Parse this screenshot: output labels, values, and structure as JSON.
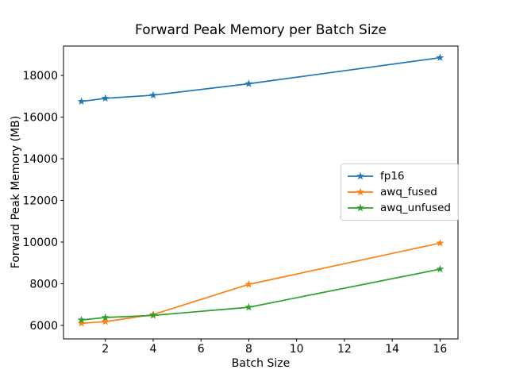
{
  "chart_data": {
    "type": "line",
    "title": "Forward Peak Memory per Batch Size",
    "xlabel": "Batch Size",
    "ylabel": "Forward Peak Memory (MB)",
    "x": [
      1,
      2,
      4,
      8,
      16
    ],
    "series": [
      {
        "name": "fp16",
        "color": "#1f77b4",
        "marker": "star",
        "values": [
          16750,
          16900,
          17050,
          17600,
          18850
        ]
      },
      {
        "name": "awq_fused",
        "color": "#ff7f0e",
        "marker": "star",
        "values": [
          6100,
          6180,
          6520,
          7970,
          9950
        ]
      },
      {
        "name": "awq_unfused",
        "color": "#2ca02c",
        "marker": "star",
        "values": [
          6260,
          6380,
          6480,
          6870,
          8700
        ]
      }
    ],
    "xticks": [
      2,
      4,
      6,
      8,
      10,
      12,
      14,
      16
    ],
    "yticks": [
      6000,
      8000,
      10000,
      12000,
      14000,
      16000,
      18000
    ],
    "xlim": [
      0.25,
      16.75
    ],
    "ylim": [
      5350,
      19410
    ],
    "grid": false,
    "legend_position": "center right",
    "axis_color": "#000000",
    "background": "#ffffff"
  }
}
